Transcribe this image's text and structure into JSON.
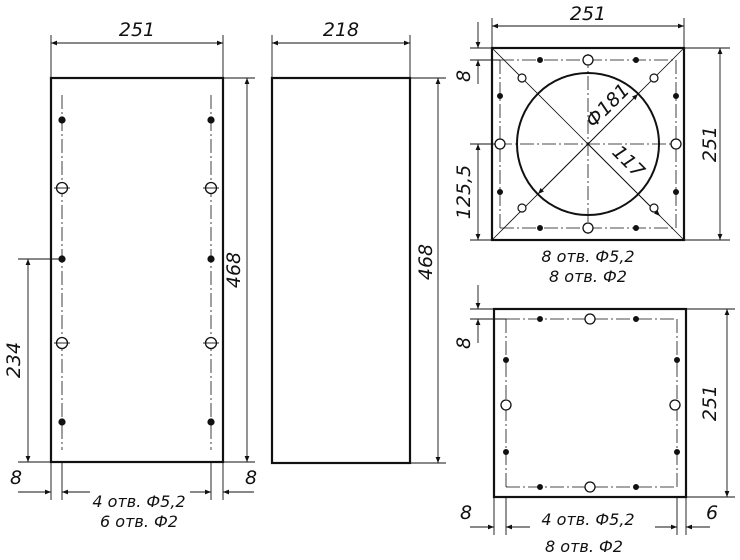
{
  "panels": {
    "side_a": {
      "width_dim": "251",
      "height_dim": "468",
      "offset_dim": "234",
      "left_margin_dim": "8",
      "right_margin_dim": "8",
      "note_line1": "4 отв. Ф5,2",
      "note_line2": "6 отв. Ф2"
    },
    "side_b": {
      "width_dim": "218",
      "height_dim": "468"
    },
    "top_panel": {
      "width_dim": "251",
      "height_dim": "251",
      "edge_dim": "8",
      "center_dim": "125,5",
      "circle_dim": "Ф181",
      "diag_dim": "117",
      "note_line1": "8 отв. Ф5,2",
      "note_line2": "8 отв. Ф2"
    },
    "bottom_panel": {
      "height_dim": "251",
      "edge_dim": "8",
      "left_margin_dim": "8",
      "right_margin_dim": "6",
      "note_line1": "4 отв. Ф5,2",
      "note_line2": "8 отв. Ф2"
    }
  }
}
